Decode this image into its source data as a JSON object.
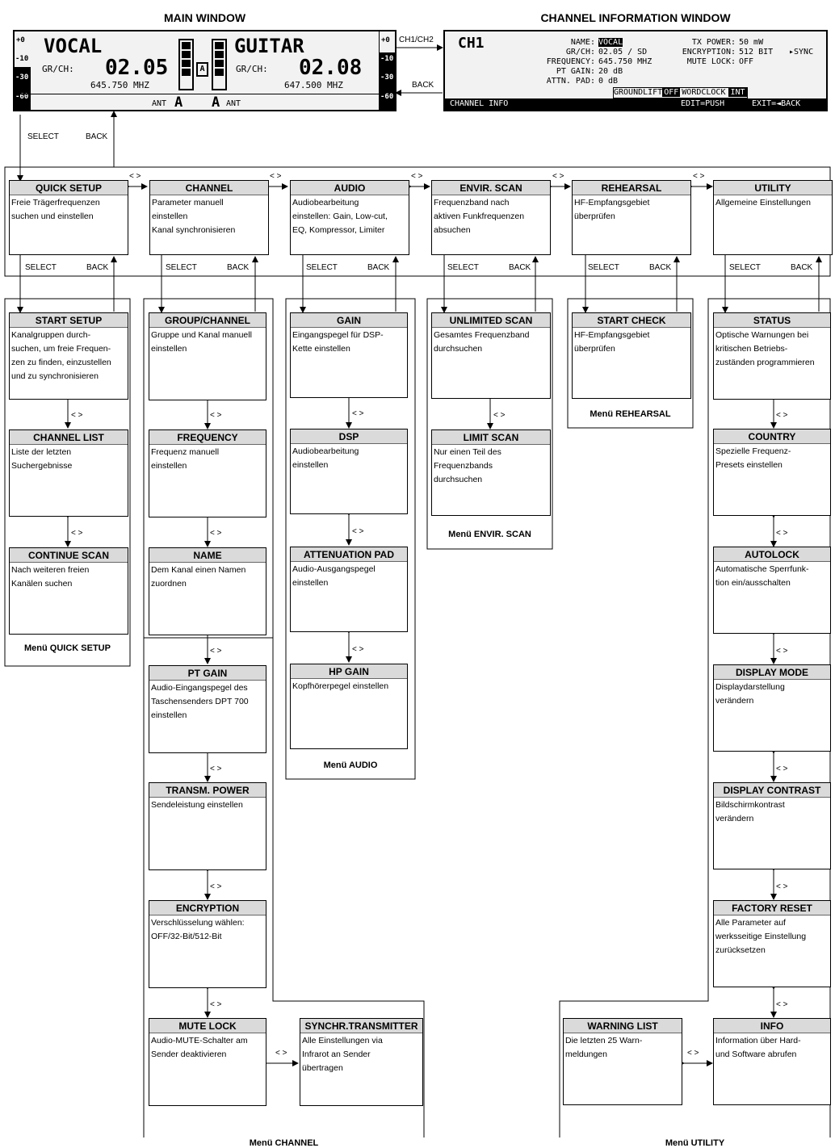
{
  "main_window": {
    "title": "MAIN WINDOW",
    "left": {
      "name": "VOCAL",
      "grch_label": "GR/CH:",
      "grch": "02.05",
      "freq": "645.750 MHZ",
      "ant_label": "ANT",
      "ant": "A"
    },
    "right": {
      "name": "GUITAR",
      "grch_label": "GR/CH:",
      "grch": "02.08",
      "freq": "647.500 MHZ",
      "ant_label": "ANT",
      "ant": "A"
    },
    "meter_left": [
      "+0",
      "-10",
      "-30",
      "-60"
    ],
    "meter_right": [
      "+0",
      "-10",
      "-30",
      "-60"
    ],
    "lock": "A"
  },
  "channel_info_window": {
    "title": "CHANNEL INFORMATION WINDOW",
    "ch": "CH1",
    "rows": [
      {
        "label": "NAME:",
        "value": "VOCAL"
      },
      {
        "label": "GR/CH:",
        "value": "02.05 / SD"
      },
      {
        "label": "FREQUENCY:",
        "value": "645.750 MHZ"
      },
      {
        "label": "PT GAIN:",
        "value": "20 dB"
      },
      {
        "label": "ATTN. PAD:",
        "value": "0 dB"
      }
    ],
    "right_rows": [
      {
        "label": "TX POWER:",
        "value": "50 mW"
      },
      {
        "label": "ENCRYPTION:",
        "value": "512 BIT"
      },
      {
        "label": "MUTE LOCK:",
        "value": "OFF"
      }
    ],
    "sync": "▸SYNC",
    "groundlift": "GROUNDLIFT",
    "groundlift_val": "OFF",
    "wordclock": "WORDCLOCK",
    "wordclock_val": "INT",
    "footer_left": "CHANNEL INFO",
    "footer_edit": "EDIT=PUSH",
    "footer_exit": "EXIT=◄BACK"
  },
  "nav_labels": {
    "ch12": "CH1/CH2",
    "back": "BACK",
    "select": "SELECT",
    "lr": "< >"
  },
  "top_menu": [
    {
      "title": "QUICK SETUP",
      "desc": "Freie Trägerfrequenzen\nsuchen und einstellen"
    },
    {
      "title": "CHANNEL",
      "desc": "Parameter manuell\neinstellen\nKanal synchronisieren"
    },
    {
      "title": "AUDIO",
      "desc": "Audiobearbeitung\neinstellen: Gain, Low-cut,\nEQ, Kompressor, Limiter"
    },
    {
      "title": "ENVIR. SCAN",
      "desc": "Frequenzband nach\naktiven Funkfrequenzen\nabsuchen"
    },
    {
      "title": "REHEARSAL",
      "desc": "HF-Empfangsgebiet\nüberprüfen"
    },
    {
      "title": "UTILITY",
      "desc": "Allgemeine Einstellungen"
    }
  ],
  "quick_setup": {
    "caption": "Menü QUICK SETUP",
    "items": [
      {
        "title": "START SETUP",
        "desc": "Kanalgruppen durch-\nsuchen, um freie Frequen-\nzen zu finden, einzustellen\nund zu synchronisieren"
      },
      {
        "title": "CHANNEL LIST",
        "desc": "Liste der letzten\nSuchergebnisse"
      },
      {
        "title": "CONTINUE SCAN",
        "desc": "Nach weiteren freien\nKanälen suchen"
      }
    ]
  },
  "channel": {
    "caption": "Menü CHANNEL",
    "items": [
      {
        "title": "GROUP/CHANNEL",
        "desc": "Gruppe und Kanal manuell\neinstellen"
      },
      {
        "title": "FREQUENCY",
        "desc": "Frequenz manuell\neinstellen"
      },
      {
        "title": "NAME",
        "desc": "Dem Kanal einen Namen\nzuordnen"
      },
      {
        "title": "PT GAIN",
        "desc": "Audio-Eingangspegel des\nTaschensenders DPT 700\neinstellen"
      },
      {
        "title": "TRANSM. POWER",
        "desc": "Sendeleistung einstellen"
      },
      {
        "title": "ENCRYPTION",
        "desc": "Verschlüsselung wählen:\nOFF/32-Bit/512-Bit"
      },
      {
        "title": "MUTE LOCK",
        "desc": "Audio-MUTE-Schalter am\nSender deaktivieren"
      }
    ],
    "side": {
      "title": "SYNCHR.TRANSMITTER",
      "desc": "Alle Einstellungen via\nInfrarot an Sender\n übertragen"
    }
  },
  "audio": {
    "caption": "Menü AUDIO",
    "items": [
      {
        "title": "GAIN",
        "desc": "Eingangspegel für DSP-\nKette einstellen"
      },
      {
        "title": "DSP",
        "desc": "Audiobearbeitung\neinstellen"
      },
      {
        "title": "ATTENUATION PAD",
        "desc": "Audio-Ausgangspegel\neinstellen"
      },
      {
        "title": "HP GAIN",
        "desc": "Kopfhörerpegel einstellen"
      }
    ]
  },
  "envir_scan": {
    "caption": "Menü ENVIR. SCAN",
    "items": [
      {
        "title": "UNLIMITED SCAN",
        "desc": "Gesamtes Frequenzband\ndurchsuchen"
      },
      {
        "title": "LIMIT SCAN",
        "desc": "Nur einen Teil des\n Frequenzbands\ndurchsuchen"
      }
    ]
  },
  "rehearsal": {
    "caption": "Menü REHEARSAL",
    "items": [
      {
        "title": "START CHECK",
        "desc": "HF-Empfangsgebiet\nüberprüfen"
      }
    ]
  },
  "utility": {
    "caption": "Menü UTILITY",
    "items": [
      {
        "title": "STATUS",
        "desc": "Optische Warnungen bei\nkritischen Betriebs-\nzuständen programmieren"
      },
      {
        "title": "COUNTRY",
        "desc": "Spezielle Frequenz-\nPresets einstellen"
      },
      {
        "title": "AUTOLOCK",
        "desc": "Automatische Sperrfunk-\ntion ein/ausschalten"
      },
      {
        "title": "DISPLAY MODE",
        "desc": "Displaydarstellung\nverändern"
      },
      {
        "title": "DISPLAY CONTRAST",
        "desc": "Bildschirmkontrast\n verändern"
      },
      {
        "title": "FACTORY RESET",
        "desc": "Alle Parameter auf\nwerksseitige Einstellung\nzurücksetzen"
      },
      {
        "title": "INFO",
        "desc": "Information über Hard-\nund Software abrufen"
      }
    ],
    "side": {
      "title": "WARNING LIST",
      "desc": "Die letzten 25 Warn-\nmeldungen"
    }
  }
}
